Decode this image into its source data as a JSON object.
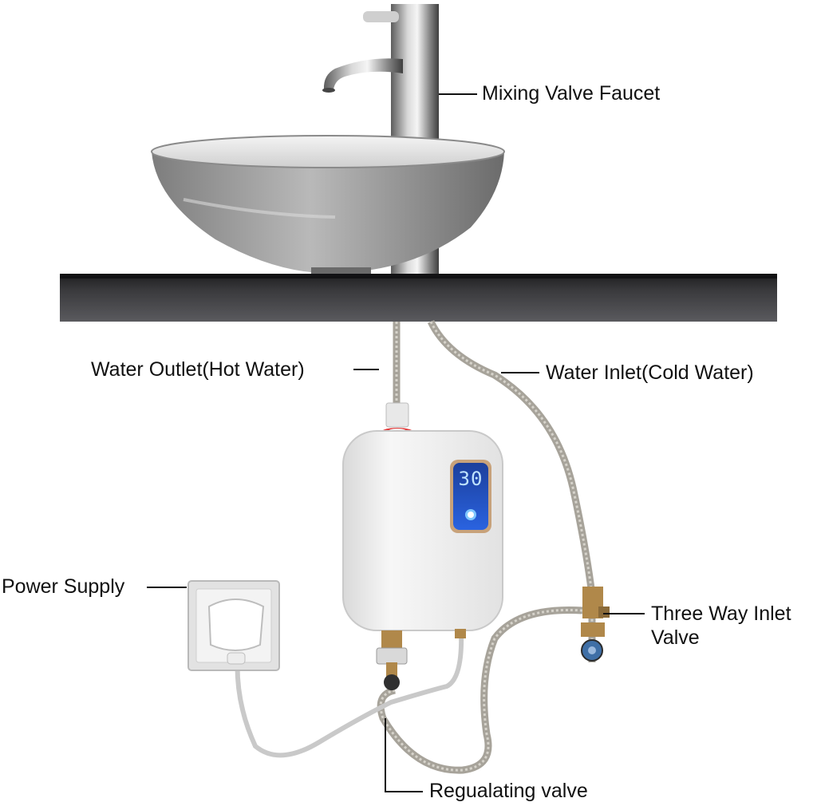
{
  "labels": {
    "mixing_valve_faucet": "Mixing Valve Faucet",
    "water_outlet": "Water Outlet(Hot Water)",
    "water_inlet": "Water Inlet(Cold Water)",
    "power_supply": "Power Supply",
    "three_way_valve_line1": "Three Way Inlet",
    "three_way_valve_line2": "Valve",
    "regulating_valve": "Regualating valve"
  },
  "heater_display": {
    "temperature": "30",
    "display_color": "#2f7cff"
  },
  "colors": {
    "countertop": "#2a2a2d",
    "basin": "#9a9a9a",
    "heater_body": "#efefef",
    "hot_outlet_ring": "#e23a3a",
    "brass": "#b0884a",
    "hose": "#a7a39a",
    "cable": "#d8d8d8"
  }
}
